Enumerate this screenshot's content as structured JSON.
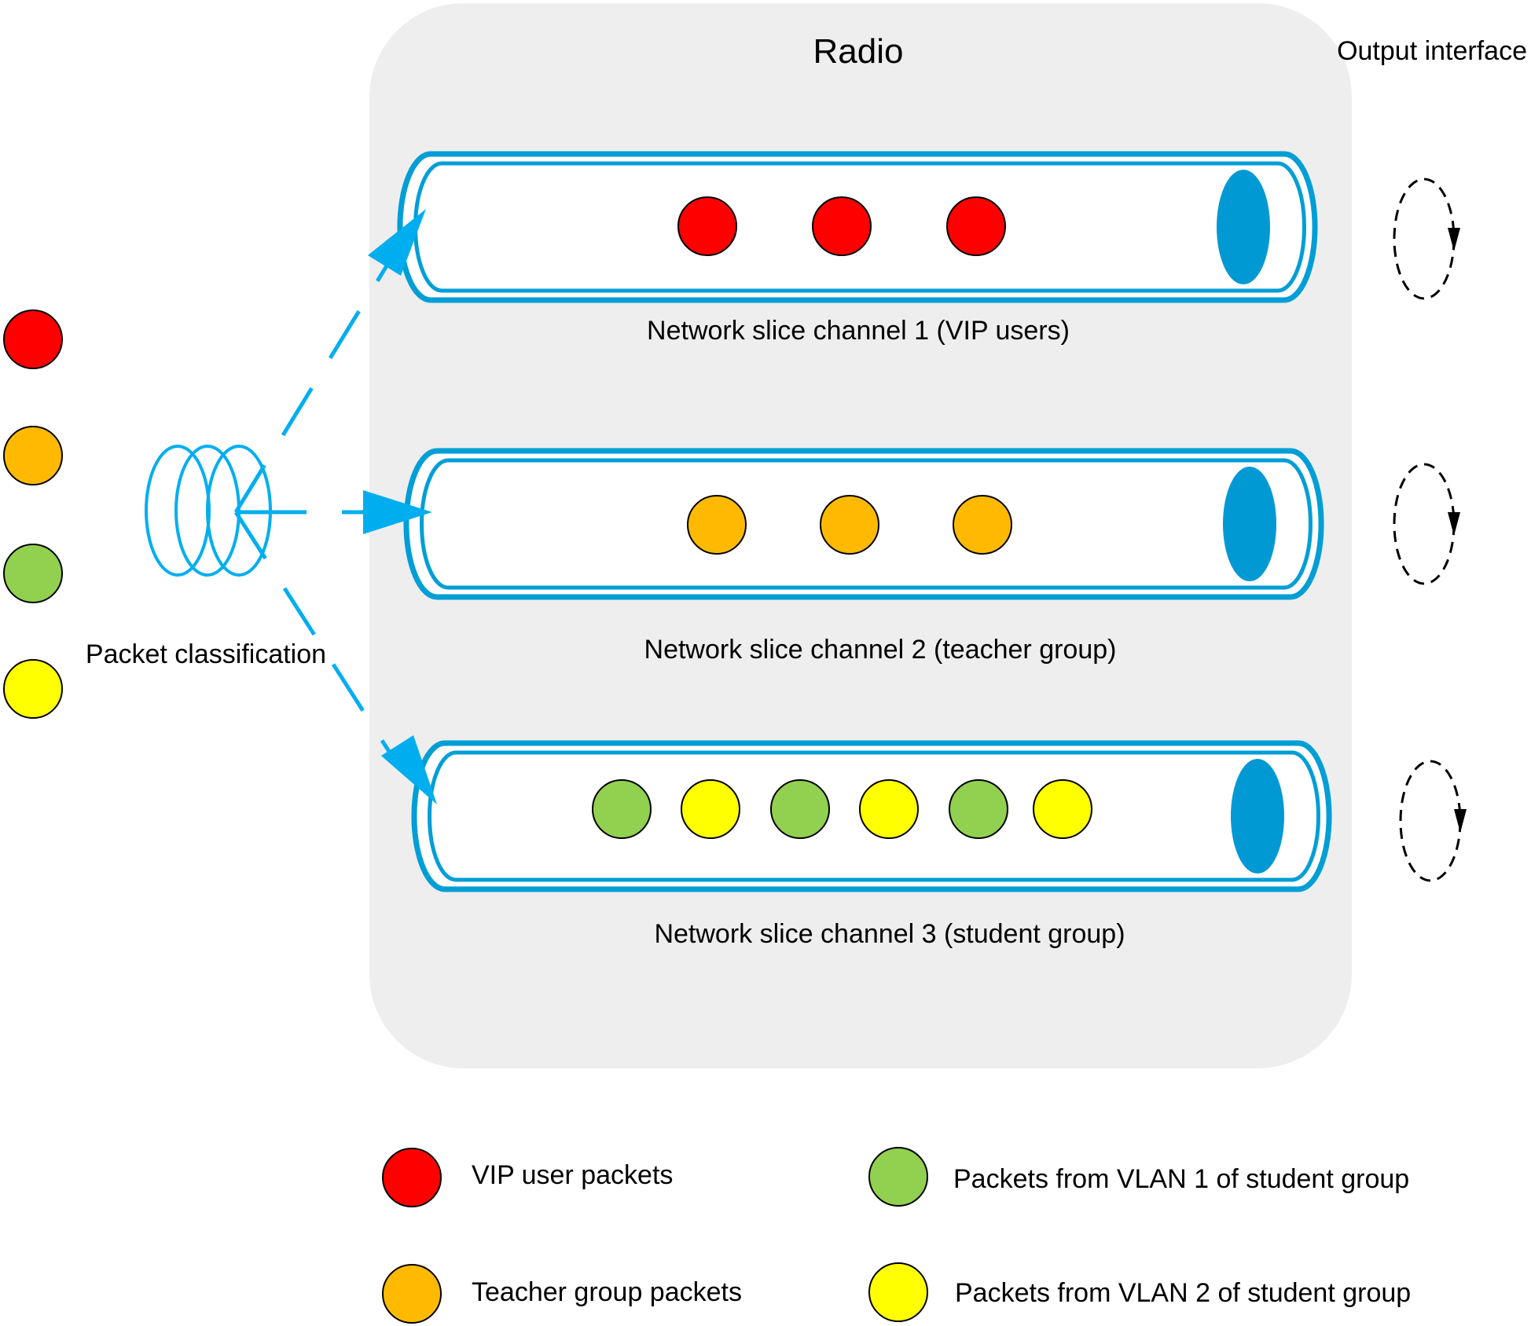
{
  "radio": {
    "title": "Radio"
  },
  "output": {
    "label": "Output interface"
  },
  "classifier": {
    "label": "Packet classification"
  },
  "channels": [
    {
      "label": "Network slice channel 1 (VIP users)",
      "packets": [
        "vip",
        "vip",
        "vip"
      ]
    },
    {
      "label": "Network slice channel 2 (teacher group)",
      "packets": [
        "teacher",
        "teacher",
        "teacher"
      ]
    },
    {
      "label": "Network slice channel 3 (student group)",
      "packets": [
        "vlan1",
        "vlan2",
        "vlan1",
        "vlan2",
        "vlan1",
        "vlan2"
      ]
    }
  ],
  "incoming_packets": [
    "vip",
    "teacher",
    "vlan1",
    "vlan2"
  ],
  "legend": {
    "vip": "VIP user packets",
    "teacher": "Teacher group packets",
    "vlan1": "Packets from VLAN 1 of student group",
    "vlan2": "Packets from VLAN 2 of student group"
  },
  "colors": {
    "vip": "#ff0000",
    "teacher": "#ffba00",
    "vlan1": "#92d050",
    "vlan2": "#ffff00",
    "pipe_stroke": "#009ed6",
    "arrow": "#00aeef",
    "panel": "#eeeeee"
  },
  "icons": {
    "classifier": "antenna-coil-icon",
    "scheduler": "circular-arrow-icon"
  }
}
